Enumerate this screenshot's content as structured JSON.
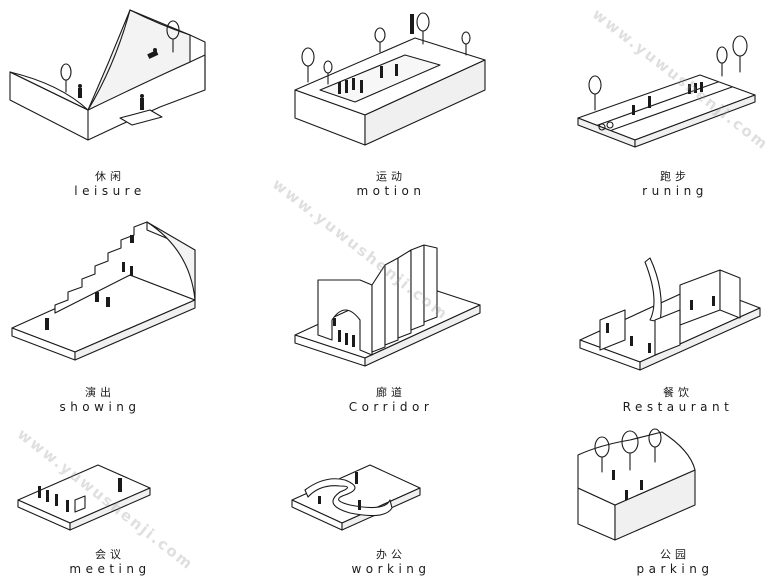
{
  "panels": [
    {
      "cn": "休闲",
      "en": "leisure"
    },
    {
      "cn": "运动",
      "en": "motion"
    },
    {
      "cn": "跑步",
      "en": "runing"
    },
    {
      "cn": "演出",
      "en": "showing"
    },
    {
      "cn": "廊道",
      "en": "Corridor"
    },
    {
      "cn": "餐饮",
      "en": "Restaurant"
    },
    {
      "cn": "会议",
      "en": "meeting"
    },
    {
      "cn": "办公",
      "en": "working"
    },
    {
      "cn": "公园",
      "en": "parking"
    }
  ],
  "watermark": "www.yuwushenji.com",
  "colors": {
    "ink": "#1a1a1a",
    "paper": "#ffffff",
    "shade": "#f0f0f0"
  }
}
